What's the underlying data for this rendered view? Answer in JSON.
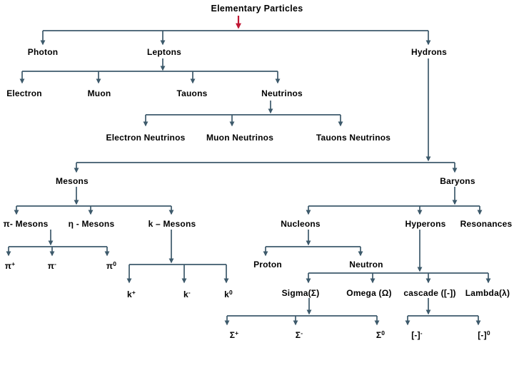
{
  "colors": {
    "connector": "#3d5a6b",
    "root_arrow": "#c01734",
    "text": "#000000",
    "background": "#ffffff"
  },
  "tree": {
    "label": "Elementary Particles",
    "children": [
      {
        "label": "Photon"
      },
      {
        "label": "Leptons",
        "children": [
          {
            "label": "Electron"
          },
          {
            "label": "Muon"
          },
          {
            "label": "Tauons"
          },
          {
            "label": "Neutrinos",
            "children": [
              {
                "label": "Electron Neutrinos"
              },
              {
                "label": "Muon Neutrinos"
              },
              {
                "label": "Tauons Neutrinos"
              }
            ]
          }
        ]
      },
      {
        "label": "Hydrons",
        "children": [
          {
            "label": "Mesons",
            "children": [
              {
                "label": "π- Mesons",
                "children": [
                  {
                    "base": "π",
                    "sup": "+"
                  },
                  {
                    "base": "π",
                    "sup": "-"
                  },
                  {
                    "base": "π",
                    "sup": "0"
                  }
                ]
              },
              {
                "label": "η - Mesons"
              },
              {
                "label": "k – Mesons",
                "children": [
                  {
                    "base": "k",
                    "sup": "+"
                  },
                  {
                    "base": "k",
                    "sup": "-"
                  },
                  {
                    "base": "k",
                    "sup": "0"
                  }
                ]
              }
            ]
          },
          {
            "label": "Baryons",
            "children": [
              {
                "label": "Nucleons",
                "children": [
                  {
                    "label": "Proton"
                  },
                  {
                    "label": "Neutron"
                  }
                ]
              },
              {
                "label": "Hyperons",
                "children": [
                  {
                    "label": "Sigma(Σ)",
                    "children": [
                      {
                        "base": "Σ",
                        "sup": "+"
                      },
                      {
                        "base": "Σ",
                        "sup": "-"
                      },
                      {
                        "base": "Σ",
                        "sup": "0"
                      }
                    ]
                  },
                  {
                    "label": "Omega (Ω)"
                  },
                  {
                    "label": "cascade ([-])",
                    "children": [
                      {
                        "base": "[-]",
                        "sup": "-"
                      },
                      {
                        "base": "[-]",
                        "sup": "0"
                      }
                    ]
                  },
                  {
                    "label": "Lambda(λ)"
                  }
                ]
              },
              {
                "label": "Resonances"
              }
            ]
          }
        ]
      }
    ]
  }
}
